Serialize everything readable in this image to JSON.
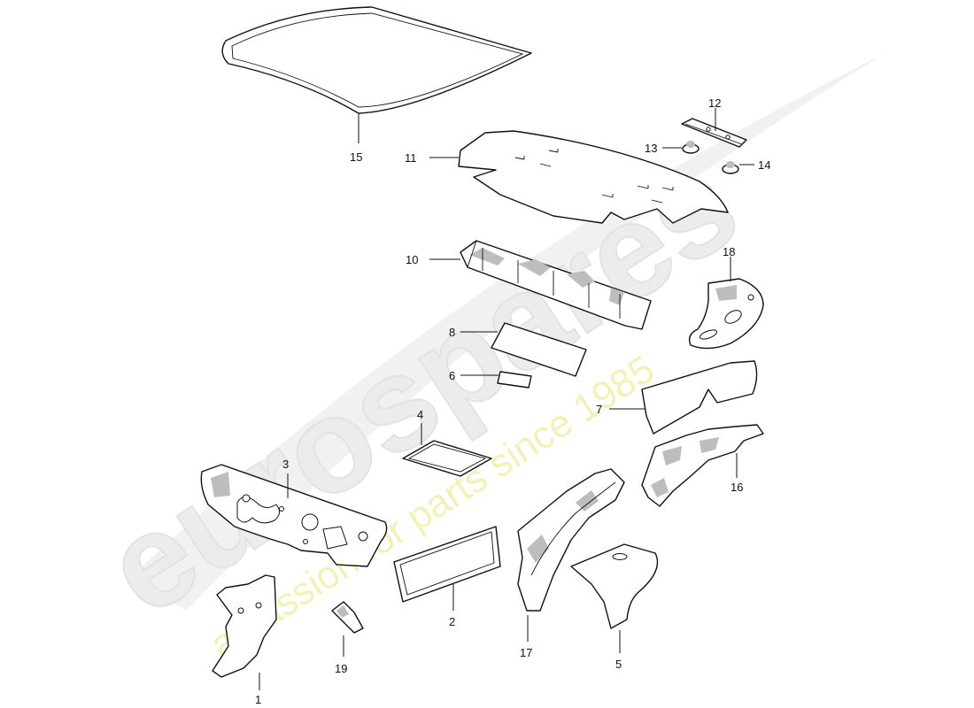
{
  "watermark": {
    "logo": "eurospares",
    "tagline": "a passion for parts since 1985",
    "logo_color": "#e6e6e6",
    "tagline_color": "#eeeea0"
  },
  "callouts": {
    "p1": "1",
    "p2": "2",
    "p3": "3",
    "p4": "4",
    "p5": "5",
    "p6": "6",
    "p7": "7",
    "p8": "8",
    "p10": "10",
    "p11": "11",
    "p12": "12",
    "p13": "13",
    "p14": "14",
    "p15": "15",
    "p16": "16",
    "p17": "17",
    "p18": "18",
    "p19": "19"
  }
}
